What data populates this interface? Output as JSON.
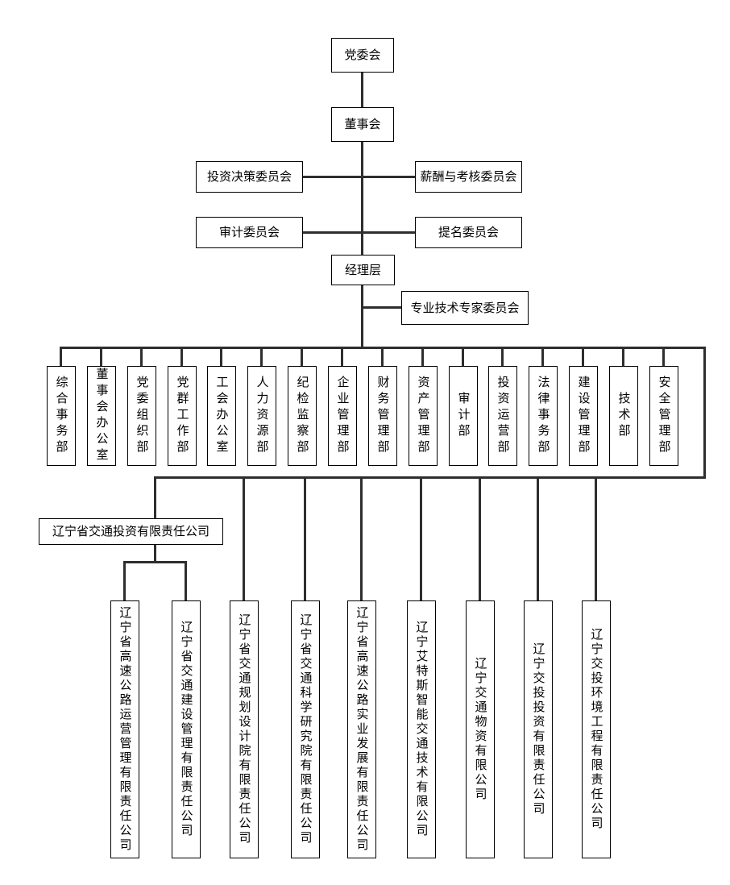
{
  "org": {
    "party_committee": "党委会",
    "board": "董事会",
    "board_committees": [
      {
        "label": "投资决策委员会"
      },
      {
        "label": "薪酬与考核委员会"
      },
      {
        "label": "审计委员会"
      },
      {
        "label": "提名委员会"
      }
    ],
    "management": "经理层",
    "expert_committee": "专业技术专家委员会",
    "departments": [
      "综合事务部",
      "董事会办公室",
      "党委组织部",
      "党群工作部",
      "工会办公室",
      "人力资源部",
      "纪检监察部",
      "企业管理部",
      "财务管理部",
      "资产管理部",
      "审计部",
      "投资运营部",
      "法律事务部",
      "建设管理部",
      "技术部",
      "安全管理部"
    ],
    "parent_company": "辽宁省交通投资有限责任公司",
    "subsidiaries": [
      "辽宁省高速公路运营管理有限责任公司",
      "辽宁省交通建设管理有限责任公司",
      "辽宁省交通规划设计院有限责任公司",
      "辽宁省交通科学研究院有限责任公司",
      "辽宁省高速公路实业发展有限责任公司",
      "辽宁艾特斯智能交通技术有限公司",
      "辽宁交通物资有限公司",
      "辽宁交投投资有限责任公司",
      "辽宁交投环境工程有限责任公司"
    ],
    "colors": {
      "line": "#2e2e2e",
      "box_border": "#000000",
      "background": "#ffffff",
      "text": "#000000"
    }
  }
}
